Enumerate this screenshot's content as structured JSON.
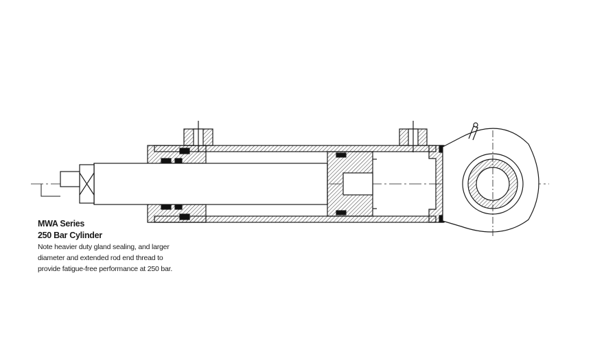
{
  "diagram": {
    "series_title": "MWA Series",
    "subtitle": "250 Bar Cylinder",
    "note_lines": [
      "Note heavier duty gland sealing, and larger",
      "diameter and extended rod end thread to",
      "provide fatigue-free performance at 250 bar."
    ],
    "colors": {
      "line": "#1a1a1a",
      "hatch": "#3a3a3a",
      "seal": "#111111",
      "background": "#ffffff"
    }
  }
}
